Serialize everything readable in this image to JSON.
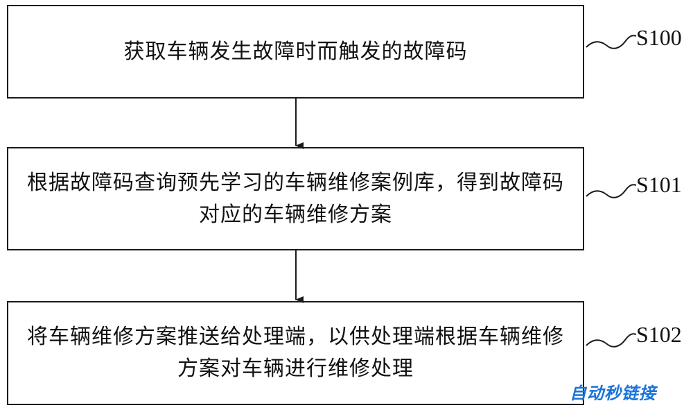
{
  "steps": [
    {
      "id": "S100",
      "text": "获取车辆发生故障时而触发的故障码"
    },
    {
      "id": "S101",
      "text": "根据故障码查询预先学习的车辆维修案例库，得到故障码对应的车辆维修方案"
    },
    {
      "id": "S102",
      "text": "将车辆维修方案推送给处理端，以供处理端根据车辆维修方案对车辆进行维修处理"
    }
  ],
  "watermark": {
    "text": "自动秒链接"
  },
  "colors": {
    "line": "#1a1a1a",
    "watermark": "#1a73d8"
  }
}
